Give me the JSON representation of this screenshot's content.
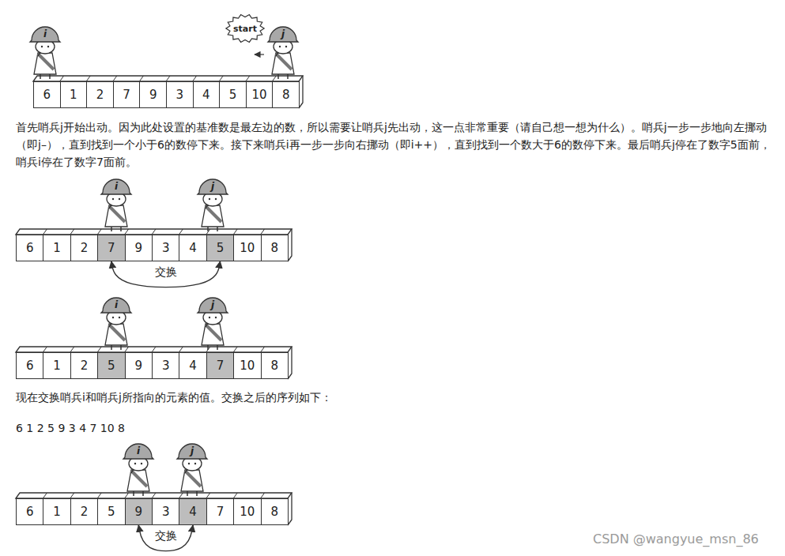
{
  "diagram": {
    "nodes": [
      {
        "text": [
          "6"
        ]
      },
      {
        "text": [
          "1"
        ]
      },
      {
        "text": [
          "2"
        ]
      },
      {
        "text": [
          "7"
        ]
      },
      {
        "text": [
          "9"
        ]
      },
      {
        "text": [
          "3"
        ]
      },
      {
        "text": [
          "4"
        ]
      },
      {
        "text": [
          "5"
        ]
      },
      {
        "text": [
          "10"
        ]
      },
      {
        "text": [
          "8"
        ]
      },
      {
        "text": [
          "6"
        ]
      },
      {
        "text": [
          "1"
        ]
      },
      {
        "text": [
          "2"
        ]
      },
      {
        "text": [
          "7"
        ]
      },
      {
        "text": [
          "9"
        ]
      },
      {
        "text": [
          "3"
        ]
      },
      {
        "text": [
          "4"
        ]
      },
      {
        "text": [
          "5"
        ]
      },
      {
        "text": [
          "10"
        ]
      },
      {
        "text": [
          "8"
        ]
      },
      {
        "text": [
          "6"
        ]
      },
      {
        "text": [
          "1"
        ]
      },
      {
        "text": [
          "2"
        ]
      },
      {
        "text": [
          "5"
        ]
      },
      {
        "text": [
          "9"
        ]
      },
      {
        "text": [
          "3"
        ]
      },
      {
        "text": [
          "4"
        ]
      },
      {
        "text": [
          "7"
        ]
      },
      {
        "text": [
          "10"
        ]
      },
      {
        "text": [
          "8"
        ]
      },
      {
        "text": [
          "6"
        ]
      },
      {
        "text": [
          "1"
        ]
      },
      {
        "text": [
          "2"
        ]
      },
      {
        "text": [
          "5"
        ]
      },
      {
        "text": [
          "9"
        ]
      },
      {
        "text": [
          "3"
        ]
      },
      {
        "text": [
          "4"
        ]
      },
      {
        "text": [
          "7"
        ]
      },
      {
        "text": [
          "10"
        ]
      },
      {
        "text": [
          "8"
        ]
      }
    ],
    "edges": [
      {
        "from": 13,
        "to": 17,
        "arrow": "both",
        "label": "交换"
      },
      {
        "from": 34,
        "to": 36,
        "arrow": "both",
        "label": "交换"
      }
    ],
    "labels": [
      "i",
      "start",
      "j",
      "首先哨兵j开始出动。因为此处设置的基准数是最左边的数，所以需要让哨兵j先出动，这一点非常重要（请自己想一想为什么）。哨兵j一步一步地向左挪动（即j–），直到找到一个小于6的数停下来。接下来哨兵i再一步一步向右挪动（即i++），直到找到一个数大于6的数停下来。最后哨兵j停在了数字5面前，哨兵i停在了数字7面前。",
      "i",
      "j",
      "i",
      "j",
      "现在交换哨兵i和哨兵j所指向的元素的值。交换之后的序列如下：",
      "6 1 2 5 9 3 4 7 10 8",
      "i",
      "j",
      "CSDN @wangyue_msn_86"
    ]
  }
}
